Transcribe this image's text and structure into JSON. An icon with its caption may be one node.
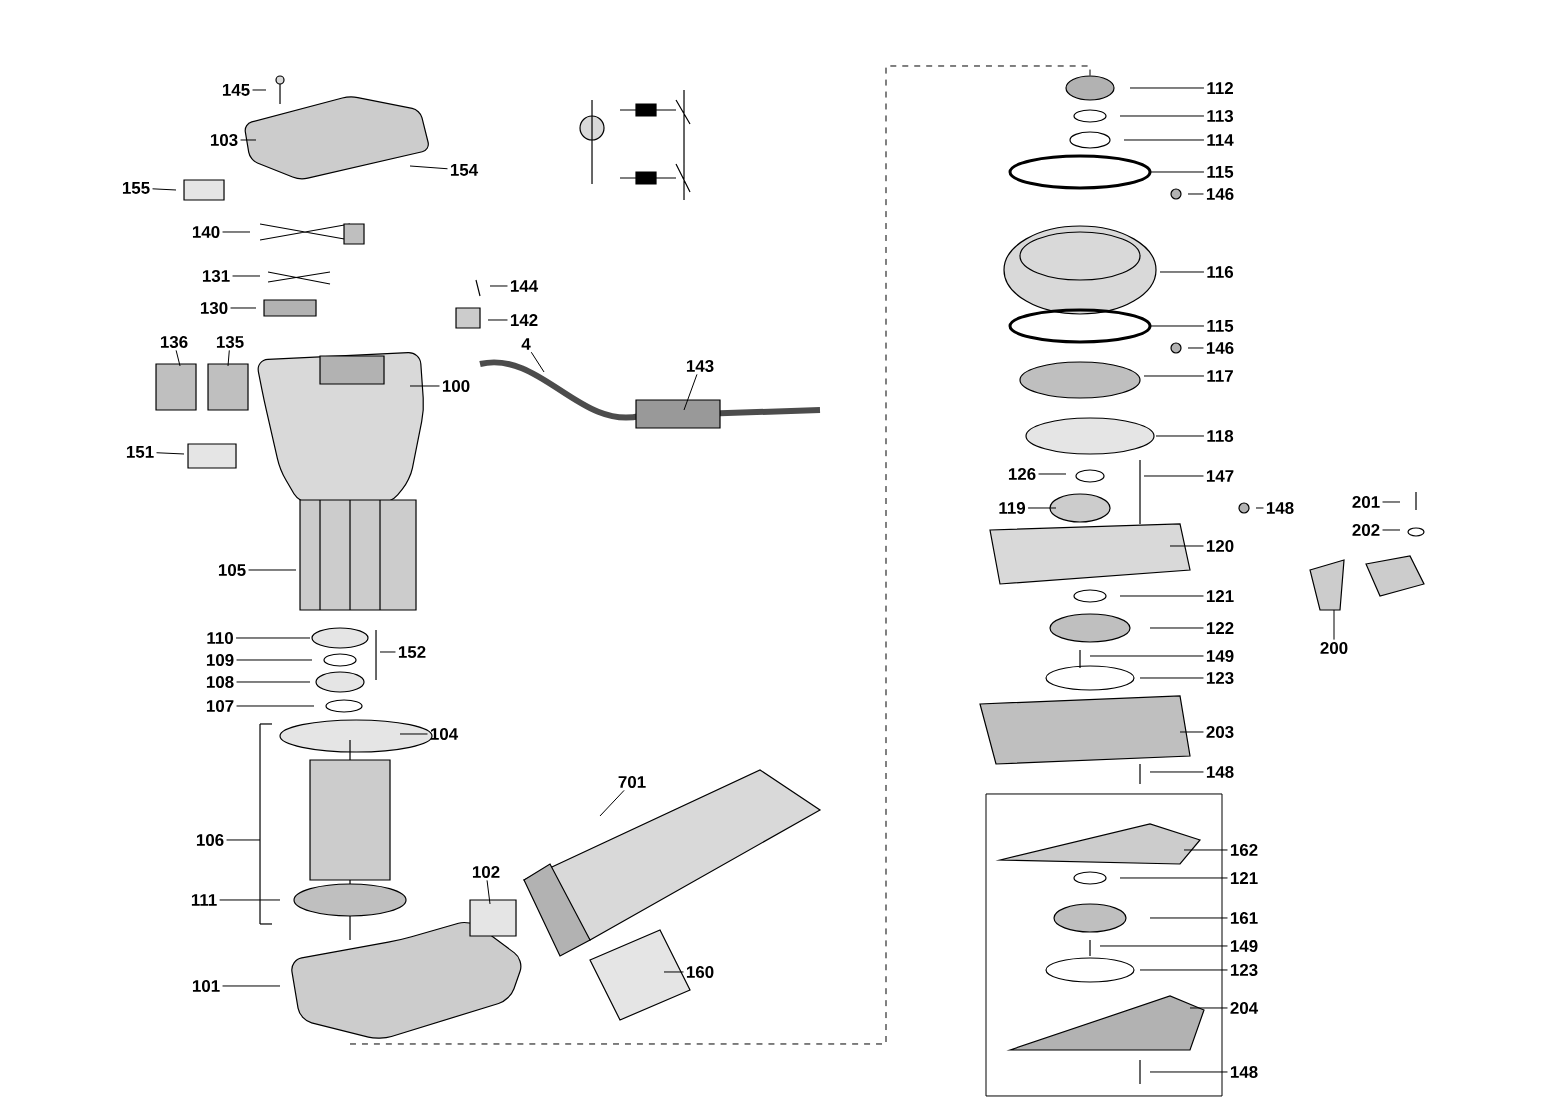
{
  "diagram": {
    "nodes": [
      {
        "text": [
          "145"
        ]
      },
      {
        "text": [
          "103"
        ]
      },
      {
        "text": [
          "154"
        ]
      },
      {
        "text": [
          "155"
        ]
      },
      {
        "text": [
          "140"
        ]
      },
      {
        "text": [
          "131"
        ]
      },
      {
        "text": [
          "130"
        ]
      },
      {
        "text": [
          "144"
        ]
      },
      {
        "text": [
          "142"
        ]
      },
      {
        "text": [
          "4"
        ]
      },
      {
        "text": [
          "143"
        ]
      },
      {
        "text": [
          "136"
        ]
      },
      {
        "text": [
          "135"
        ]
      },
      {
        "text": [
          "100"
        ]
      },
      {
        "text": [
          "151"
        ]
      },
      {
        "text": [
          "105"
        ]
      },
      {
        "text": [
          "110"
        ]
      },
      {
        "text": [
          "152"
        ]
      },
      {
        "text": [
          "109"
        ]
      },
      {
        "text": [
          "108"
        ]
      },
      {
        "text": [
          "107"
        ]
      },
      {
        "text": [
          "104"
        ]
      },
      {
        "text": [
          "701"
        ]
      },
      {
        "text": [
          "106"
        ]
      },
      {
        "text": [
          "102"
        ]
      },
      {
        "text": [
          "111"
        ]
      },
      {
        "text": [
          "101"
        ]
      },
      {
        "text": [
          "160"
        ]
      },
      {
        "text": [
          "112"
        ]
      },
      {
        "text": [
          "113"
        ]
      },
      {
        "text": [
          "114"
        ]
      },
      {
        "text": [
          "115"
        ]
      },
      {
        "text": [
          "146"
        ]
      },
      {
        "text": [
          "116"
        ]
      },
      {
        "text": [
          "115"
        ]
      },
      {
        "text": [
          "146"
        ]
      },
      {
        "text": [
          "117"
        ]
      },
      {
        "text": [
          "118"
        ]
      },
      {
        "text": [
          "126"
        ]
      },
      {
        "text": [
          "147"
        ]
      },
      {
        "text": [
          "119"
        ]
      },
      {
        "text": [
          "148"
        ]
      },
      {
        "text": [
          "120"
        ]
      },
      {
        "text": [
          "121"
        ]
      },
      {
        "text": [
          "122"
        ]
      },
      {
        "text": [
          "149"
        ]
      },
      {
        "text": [
          "123"
        ]
      },
      {
        "text": [
          "203"
        ]
      },
      {
        "text": [
          "148"
        ]
      },
      {
        "text": [
          "162"
        ]
      },
      {
        "text": [
          "121"
        ]
      },
      {
        "text": [
          "161"
        ]
      },
      {
        "text": [
          "149"
        ]
      },
      {
        "text": [
          "123"
        ]
      },
      {
        "text": [
          "204"
        ]
      },
      {
        "text": [
          "148"
        ]
      },
      {
        "text": [
          "201"
        ]
      },
      {
        "text": [
          "202"
        ]
      },
      {
        "text": [
          "200"
        ]
      }
    ],
    "edges": [
      {
        "from": 0,
        "to": null,
        "arrow": "none"
      },
      {
        "from": 1,
        "to": null,
        "arrow": "none"
      },
      {
        "from": 2,
        "to": null,
        "arrow": "none"
      },
      {
        "from": 3,
        "to": null,
        "arrow": "none"
      },
      {
        "from": 4,
        "to": null,
        "arrow": "none"
      },
      {
        "from": 5,
        "to": null,
        "arrow": "none"
      },
      {
        "from": 6,
        "to": null,
        "arrow": "none"
      },
      {
        "from": 7,
        "to": null,
        "arrow": "none"
      },
      {
        "from": 8,
        "to": null,
        "arrow": "none"
      },
      {
        "from": 9,
        "to": null,
        "arrow": "none"
      },
      {
        "from": 10,
        "to": null,
        "arrow": "none"
      },
      {
        "from": 11,
        "to": null,
        "arrow": "none"
      },
      {
        "from": 12,
        "to": null,
        "arrow": "none"
      },
      {
        "from": 13,
        "to": null,
        "arrow": "none"
      },
      {
        "from": 14,
        "to": null,
        "arrow": "none"
      },
      {
        "from": 15,
        "to": null,
        "arrow": "none"
      },
      {
        "from": 16,
        "to": null,
        "arrow": "none"
      },
      {
        "from": 17,
        "to": null,
        "arrow": "none"
      },
      {
        "from": 18,
        "to": null,
        "arrow": "none"
      },
      {
        "from": 19,
        "to": null,
        "arrow": "none"
      },
      {
        "from": 20,
        "to": null,
        "arrow": "none"
      },
      {
        "from": 21,
        "to": null,
        "arrow": "none"
      },
      {
        "from": 22,
        "to": null,
        "arrow": "none"
      },
      {
        "from": 23,
        "to": null,
        "arrow": "none"
      },
      {
        "from": 24,
        "to": null,
        "arrow": "none"
      },
      {
        "from": 25,
        "to": null,
        "arrow": "none"
      },
      {
        "from": 26,
        "to": null,
        "arrow": "none"
      },
      {
        "from": 27,
        "to": null,
        "arrow": "none"
      },
      {
        "from": 28,
        "to": null,
        "arrow": "none"
      },
      {
        "from": 29,
        "to": null,
        "arrow": "none"
      },
      {
        "from": 30,
        "to": null,
        "arrow": "none"
      },
      {
        "from": 31,
        "to": null,
        "arrow": "none"
      },
      {
        "from": 32,
        "to": null,
        "arrow": "none"
      },
      {
        "from": 33,
        "to": null,
        "arrow": "none"
      },
      {
        "from": 34,
        "to": null,
        "arrow": "none"
      },
      {
        "from": 35,
        "to": null,
        "arrow": "none"
      },
      {
        "from": 36,
        "to": null,
        "arrow": "none"
      },
      {
        "from": 37,
        "to": null,
        "arrow": "none"
      },
      {
        "from": 38,
        "to": null,
        "arrow": "none"
      },
      {
        "from": 39,
        "to": null,
        "arrow": "none"
      },
      {
        "from": 40,
        "to": null,
        "arrow": "none"
      },
      {
        "from": 41,
        "to": null,
        "arrow": "none"
      },
      {
        "from": 42,
        "to": null,
        "arrow": "none"
      },
      {
        "from": 43,
        "to": null,
        "arrow": "none"
      },
      {
        "from": 44,
        "to": null,
        "arrow": "none"
      },
      {
        "from": 45,
        "to": null,
        "arrow": "none"
      },
      {
        "from": 46,
        "to": null,
        "arrow": "none"
      },
      {
        "from": 47,
        "to": null,
        "arrow": "none"
      },
      {
        "from": 48,
        "to": null,
        "arrow": "none"
      },
      {
        "from": 49,
        "to": null,
        "arrow": "none"
      },
      {
        "from": 50,
        "to": null,
        "arrow": "none"
      },
      {
        "from": 51,
        "to": null,
        "arrow": "none"
      },
      {
        "from": 52,
        "to": null,
        "arrow": "none"
      },
      {
        "from": 53,
        "to": null,
        "arrow": "none"
      },
      {
        "from": 54,
        "to": null,
        "arrow": "none"
      },
      {
        "from": 55,
        "to": null,
        "arrow": "none"
      },
      {
        "from": 56,
        "to": null,
        "arrow": "none"
      },
      {
        "from": 57,
        "to": null,
        "arrow": "none"
      },
      {
        "from": 58,
        "to": null,
        "arrow": "none"
      }
    ]
  }
}
